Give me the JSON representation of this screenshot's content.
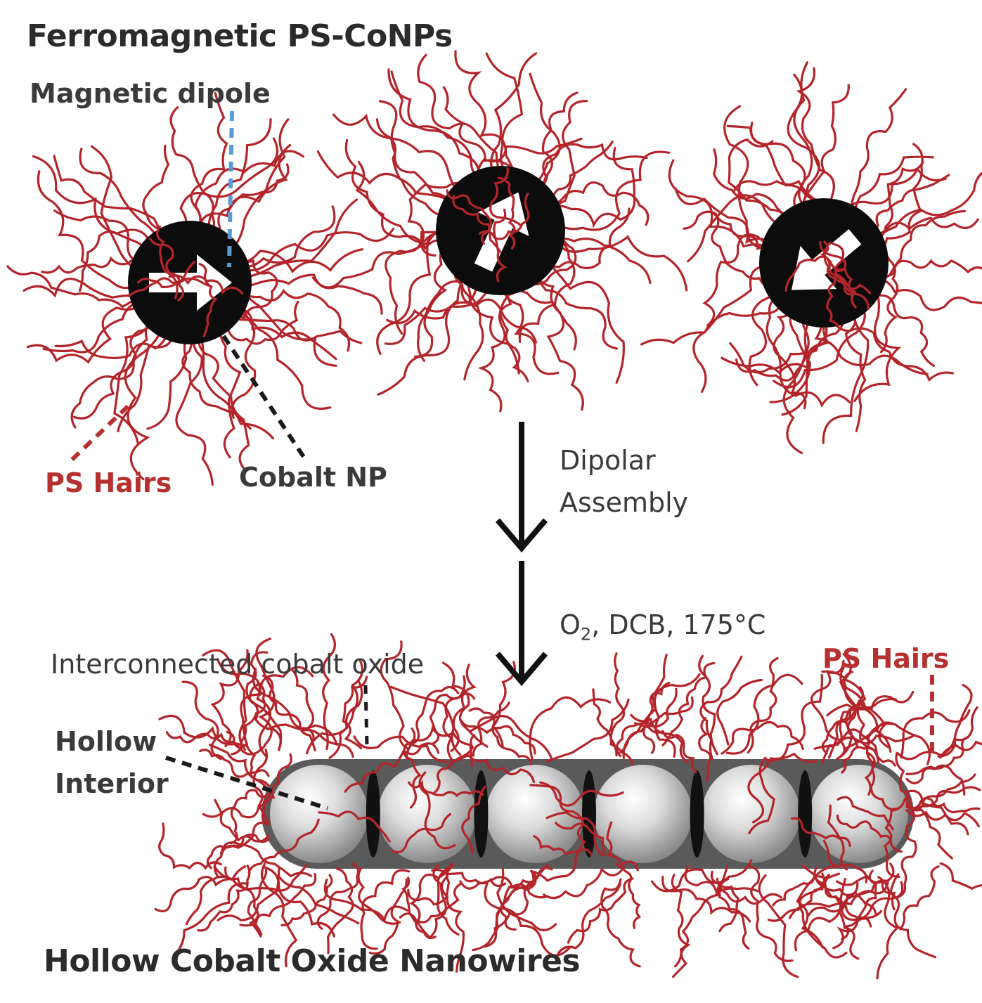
{
  "title_top": "Ferromagnetic PS-CoNPs",
  "title_bottom": "Hollow Cobalt Oxide Nanowires",
  "labels": {
    "magnetic_dipole": "Magnetic dipole",
    "ps_hairs_top": "PS Hairs",
    "cobalt_np": "Cobalt NP",
    "dipolar_line1": "Dipolar",
    "dipolar_line2": "Assembly",
    "condition_o2": "O",
    "condition_sub": "2",
    "condition_rest": ", DCB, 175°C",
    "interconnected": "Interconnected cobalt oxide",
    "ps_hairs_bottom": "PS Hairs",
    "hollow_line1": "Hollow",
    "hollow_line2": "Interior"
  },
  "colors": {
    "hair": "#b3252a",
    "core": "#0c0c0c",
    "shell": "#5a5a5a",
    "sphere_light": "#f4f4f4",
    "sphere_dark": "#8e8e8e",
    "dipole_line": "#5b9bd5",
    "leader_dark": "#1a1a1a",
    "leader_red": "#b5302e"
  },
  "particles": [
    {
      "dipole_direction": "right"
    },
    {
      "dipole_direction": "up-right"
    },
    {
      "dipole_direction": "down-left"
    }
  ],
  "nanowire": {
    "hollow_spheres": 6
  }
}
